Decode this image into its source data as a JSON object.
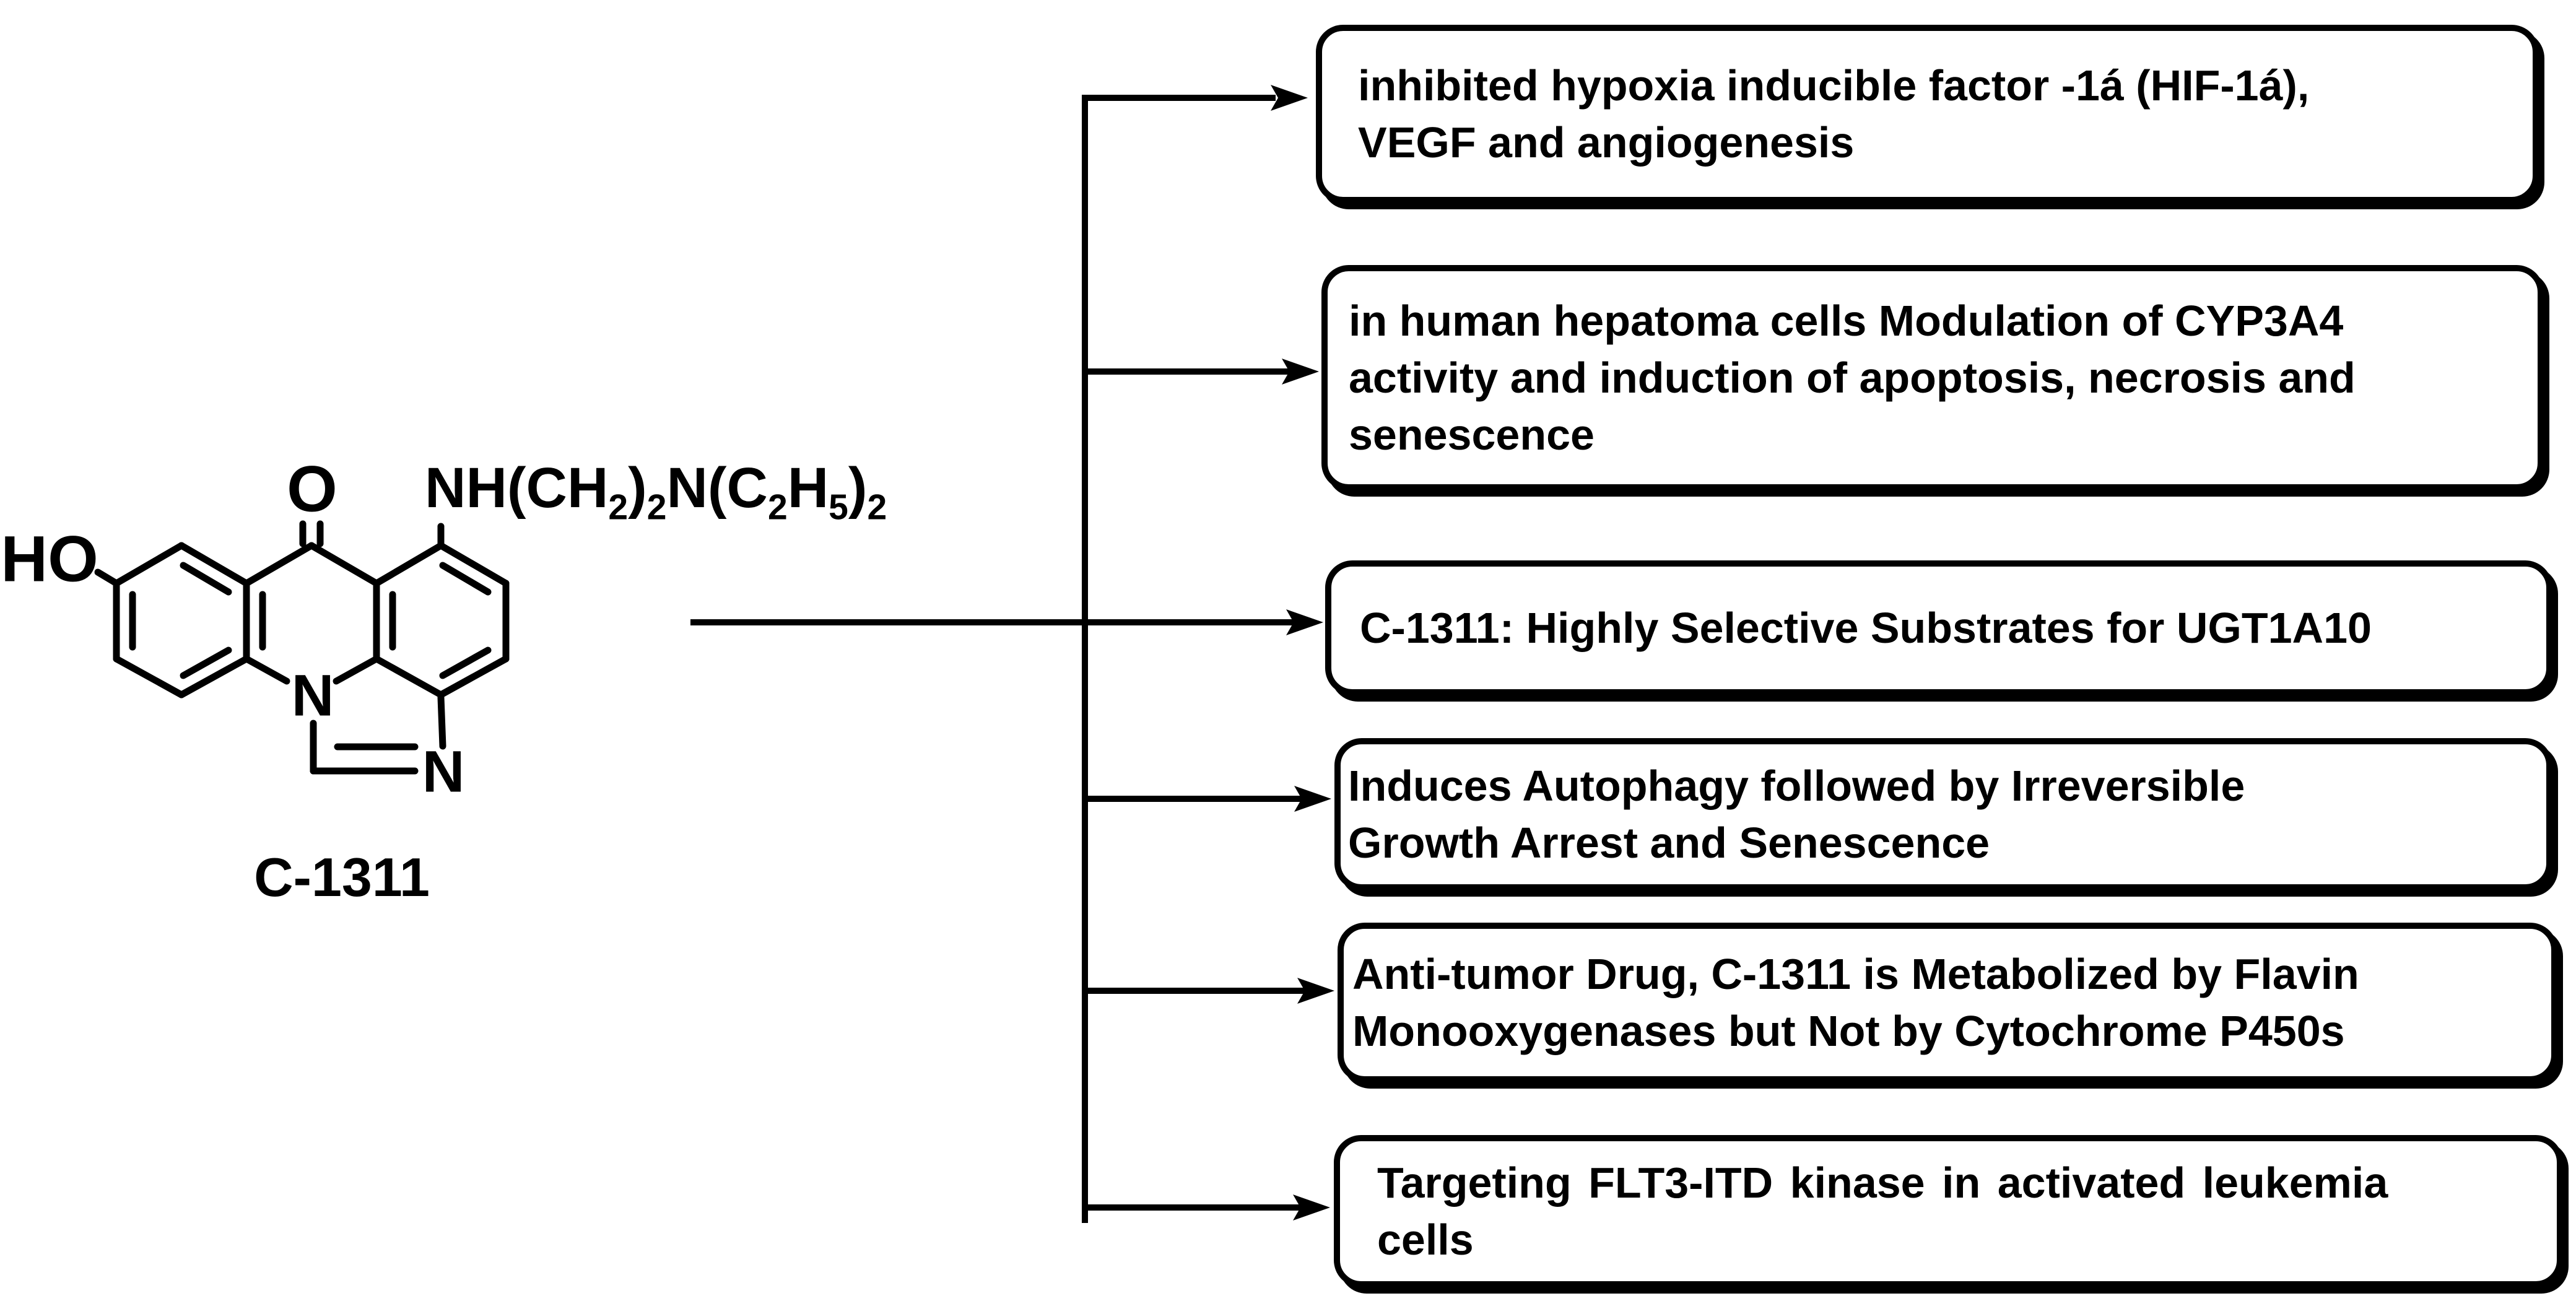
{
  "figure": {
    "type": "compound-activity-flow-diagram",
    "background_color": "#ffffff",
    "ink_color": "#000000"
  },
  "molecule": {
    "name": "C-1311",
    "labels": {
      "hydroxyl": "HO",
      "carbonyl_oxygen": "O",
      "acridine_nitrogen": "N",
      "imidazole_nitrogen": "N"
    },
    "side_chain_segments": [
      [
        "NH(CH",
        false
      ],
      [
        "2",
        true
      ],
      [
        ")",
        false
      ],
      [
        "2",
        true
      ],
      [
        "N(C",
        false
      ],
      [
        "2",
        true
      ],
      [
        "H",
        false
      ],
      [
        "5",
        true
      ],
      [
        ")",
        false
      ],
      [
        "2",
        true
      ]
    ]
  },
  "boxes": [
    {
      "lines": [
        "inhibited hypoxia inducible factor -1á (HIF-1á),",
        "VEGF and angiogenesis"
      ]
    },
    {
      "lines": [
        "in human hepatoma cells Modulation of CYP3A4",
        "activity and induction of apoptosis, necrosis and",
        "senescence"
      ]
    },
    {
      "lines": [
        "C-1311: Highly Selective Substrates for UGT1A10"
      ]
    },
    {
      "lines": [
        "Induces Autophagy followed by Irreversible",
        "Growth Arrest and Senescence"
      ]
    },
    {
      "lines": [
        "Anti-tumor Drug, C-1311 is Metabolized by Flavin",
        "Monooxygenases but Not by Cytochrome P450s"
      ]
    },
    {
      "lines": [
        "Targeting FLT3-ITD kinase in activated leukemia",
        "cells"
      ]
    }
  ]
}
